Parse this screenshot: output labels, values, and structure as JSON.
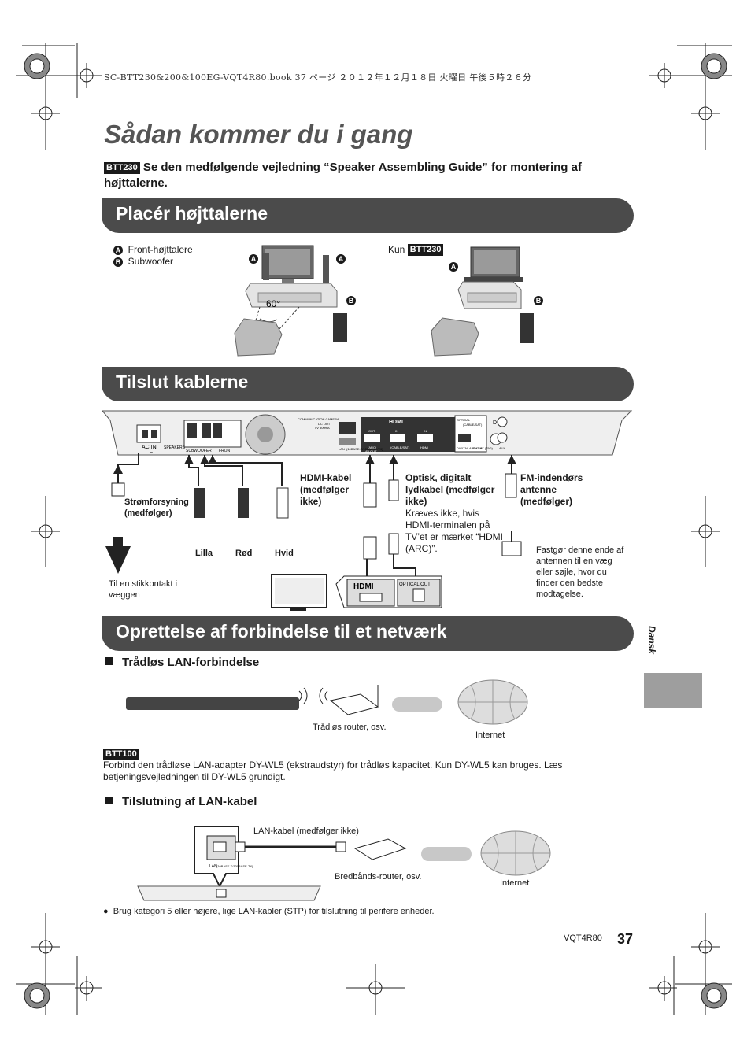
{
  "print_header": "SC-BTT230&200&100EG-VQT4R80.book  37 ページ  ２０１２年１２月１８日  火曜日  午後５時２６分",
  "title": "Sådan kommer du i gang",
  "intro": {
    "tag": "BTT230",
    "text": "Se den medfølgende vejledning “Speaker Assembling Guide” for montering af højttalerne."
  },
  "sections": {
    "speakers": "Placér højttalerne",
    "cables": "Tilslut kablerne",
    "network": "Oprettelse af forbindelse til et netværk"
  },
  "speakers": {
    "legend": [
      {
        "letter": "A",
        "text": "Front-højttalere"
      },
      {
        "letter": "B",
        "text": "Subwoofer"
      }
    ],
    "angle": "60°",
    "only_label": "Kun",
    "only_tag": "BTT230",
    "marker_a": "A",
    "marker_b": "B"
  },
  "panel": {
    "ac_in": "AC IN",
    "ac_symbol": "~",
    "speakers_label": "SPEAKERS",
    "subwoofer_label": "SUBWOOFER",
    "front_label": "FRONT",
    "comm_camera": "COMMUNICATION CAMERA",
    "dc_out": "DC OUT",
    "dc_out_spec": "5V 500mA",
    "lan": "LAN",
    "lan_spec": "(10BASE-T/100BASE-TX)",
    "arc": "(ARC)",
    "av_out": "AV OUT",
    "hdmi_logo": "HDMI",
    "out": "OUT",
    "in": "IN",
    "cable_sat": "(CABLE/SAT)",
    "hdmi_in": "HDMI",
    "optical": "OPTICAL",
    "optical_sub": "(CABLE/SAT)",
    "fm_ant": "FM ANT (75Ω)",
    "aux": "AUX",
    "digital_audio_in": "DIGITAL AUDIO IN",
    "d": "D"
  },
  "cables": {
    "power": "Strømforsyning (medfølger)",
    "to_outlet": "Til en stikkontakt i væggen",
    "lilla": "Lilla",
    "rod": "Rød",
    "hvid": "Hvid",
    "hdmi_cable": "HDMI-kabel (medfølger ikke)",
    "optical_title": "Optisk, digitalt lydkabel (medfølger ikke)",
    "optical_note": "Kræves ikke, hvis HDMI-terminalen på TV’et er mærket “HDMI (ARC)”.",
    "fm_title": "FM-indendørs antenne (medfølger)",
    "fm_note": "Fastgør denne ende af antennen til en væg eller søjle, hvor du finder den bedste modtagelse.",
    "tv_hdmi": "HDMI",
    "tv_optical": "OPTICAL OUT"
  },
  "network": {
    "wireless_heading": "Trådløs LAN-forbindelse",
    "wireless_router": "Trådløs router, osv.",
    "internet": "Internet",
    "btt100_tag": "BTT100",
    "btt100_text": "Forbind den trådløse LAN-adapter DY-WL5 (ekstraudstyr) for trådløs kapacitet. Kun DY-WL5 kan bruges. Læs betjeningsvejledningen til DY-WL5 grundigt.",
    "lan_heading": "Tilslutning af LAN-kabel",
    "lan_cable": "LAN-kabel (medfølger ikke)",
    "broadband_router": "Bredbånds-router, osv.",
    "internet2": "Internet",
    "lan_box": "LAN",
    "lan_box_spec": "(10BASE-T/100BASE-TX)",
    "bullet": "Brug kategori 5 eller højere, lige LAN-kabler (STP) for tilslutning til perifere enheder."
  },
  "side_tab": "Dansk",
  "footer": {
    "code": "VQT4R80",
    "page": "37"
  }
}
